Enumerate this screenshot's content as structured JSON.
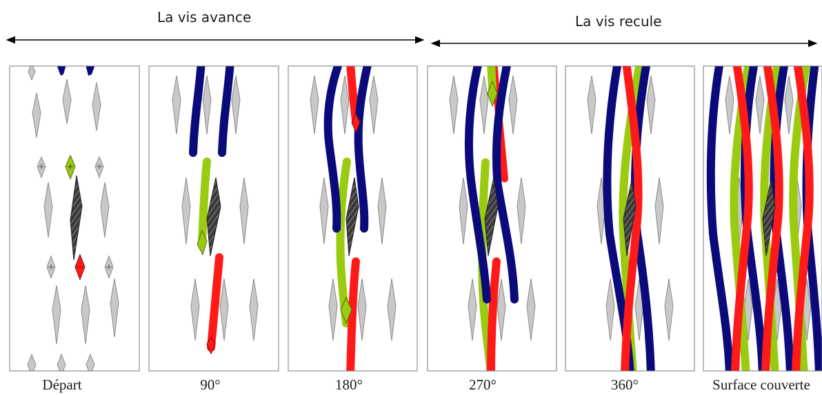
{
  "header": {
    "forward_label": "La vis avance",
    "backward_label": "La vis recule"
  },
  "colors": {
    "blue": "#0a0a7a",
    "red": "#ff1a1a",
    "green": "#99cc11",
    "grey": "#c8c8c8",
    "dark": "#3a3a3a"
  },
  "panels": [
    {
      "id": "depart",
      "label": "Départ"
    },
    {
      "id": "p90",
      "label": "90°"
    },
    {
      "id": "p180",
      "label": "180°"
    },
    {
      "id": "p270",
      "label": "270°"
    },
    {
      "id": "p360",
      "label": "360°"
    },
    {
      "id": "surface",
      "label": "Surface couverte"
    }
  ]
}
